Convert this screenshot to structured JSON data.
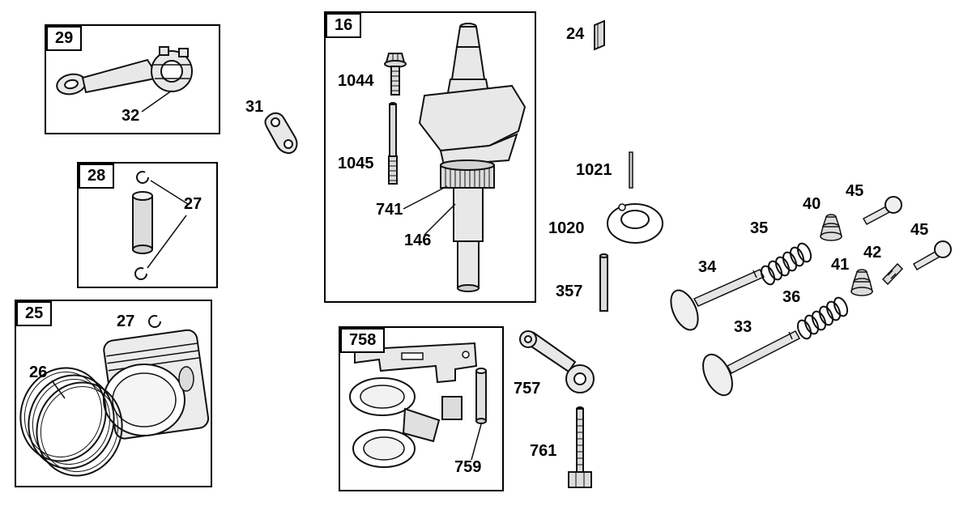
{
  "palette": {
    "ink": "#000000",
    "paper": "#ffffff",
    "metal_fill": "#e8e8e8"
  },
  "parts": {
    "rod_group": "29",
    "rod_bolt": "32",
    "rod_link": "31",
    "wrist_pin_group": "28",
    "wrist_pin_retainer": "27",
    "piston_group": "25",
    "ring_set": "26",
    "piston_pin_retainer": "27",
    "crankshaft_group": "16",
    "crank_bolt": "1044",
    "dowel_pin": "1045",
    "timing_gear": "741",
    "crankshaft": "146",
    "key": "24",
    "gear_pin": "1021",
    "spacer_washer": "1020",
    "stop_pin": "357",
    "oil_slinger_group": "758",
    "governor_link": "757",
    "slinger_pin": "759",
    "governor_bolt": "761",
    "intake_valve": "34",
    "intake_spring": "35",
    "exhaust_spring": "36",
    "exhaust_valve": "33",
    "spring_retainer_upper": "40",
    "spring_retainer_lower": "41",
    "valve_collet": "42",
    "valve_cap_upper": "45",
    "valve_cap_lower": "45"
  }
}
